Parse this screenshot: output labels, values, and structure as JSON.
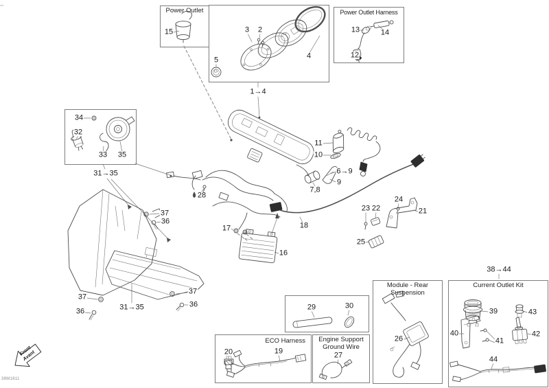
{
  "figure_code": "38M1611",
  "front_arrow": {
    "line1": "Front",
    "line2": "Avant"
  },
  "boxes": {
    "power_outlet": {
      "title": "Power Outlet"
    },
    "power_outlet_harness": {
      "title": "Power Outlet Harness"
    },
    "eco_harness": {
      "title": "ECO Harness"
    },
    "engine_support_ground_wire": {
      "title_line1": "Engine Support",
      "title_line2": "Ground Wire"
    },
    "module_rear_suspension": {
      "title_line1": "Module - Rear",
      "title_line2": "Suspension"
    },
    "current_outlet_kit": {
      "title": "Current Outlet Kit"
    }
  },
  "labels": {
    "n1_4": "1→4",
    "n2": "2",
    "n3": "3",
    "n4": "4",
    "n5": "5",
    "n6_9": "6→9",
    "n7_8": "7,8",
    "n9": "9",
    "n10": "10",
    "n11": "11",
    "n12": "12",
    "n13": "13",
    "n14": "14",
    "n15": "15",
    "n16": "16",
    "n17": "17",
    "n18": "18",
    "n19": "19",
    "n20": "20",
    "n21": "21",
    "n22": "22",
    "n23": "23",
    "n24": "24",
    "n25": "25",
    "n26": "26",
    "n27": "27",
    "n28": "28",
    "n29": "29",
    "n30": "30",
    "n31_35": "31→35",
    "n32": "32",
    "n33": "33",
    "n34": "34",
    "n35": "35",
    "n36": "36",
    "n37": "37",
    "n38_44": "38→44",
    "n39": "39",
    "n40": "40",
    "n41": "41",
    "n42": "42",
    "n43": "43",
    "n44": "44"
  }
}
